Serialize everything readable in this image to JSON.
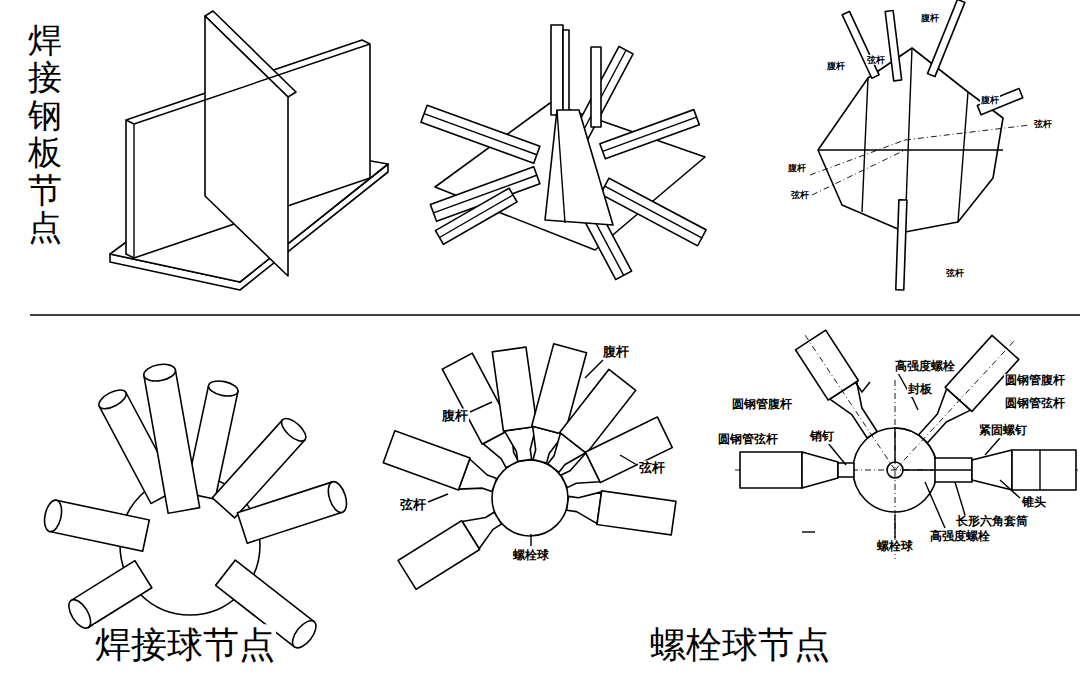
{
  "diagram": {
    "labels": [
      "焊接钢板节点",
      "腹杆",
      "弦杆",
      "腹杆",
      "腹杆",
      "弦杆",
      "腹杆",
      "弦杆",
      "弦杆",
      "腹杆",
      "腹杆",
      "弦杆",
      "弦杆",
      "螺栓球",
      "高强度螺栓",
      "圆钢管腹杆",
      "封板",
      "圆钢管腹杆",
      "圆钢管弦杆",
      "紧固螺钉",
      "圆钢管弦杆",
      "销钉",
      "锥头",
      "长形六角套筒",
      "高强度螺栓",
      "螺栓球",
      "焊接球节点",
      "螺栓球节点"
    ]
  }
}
